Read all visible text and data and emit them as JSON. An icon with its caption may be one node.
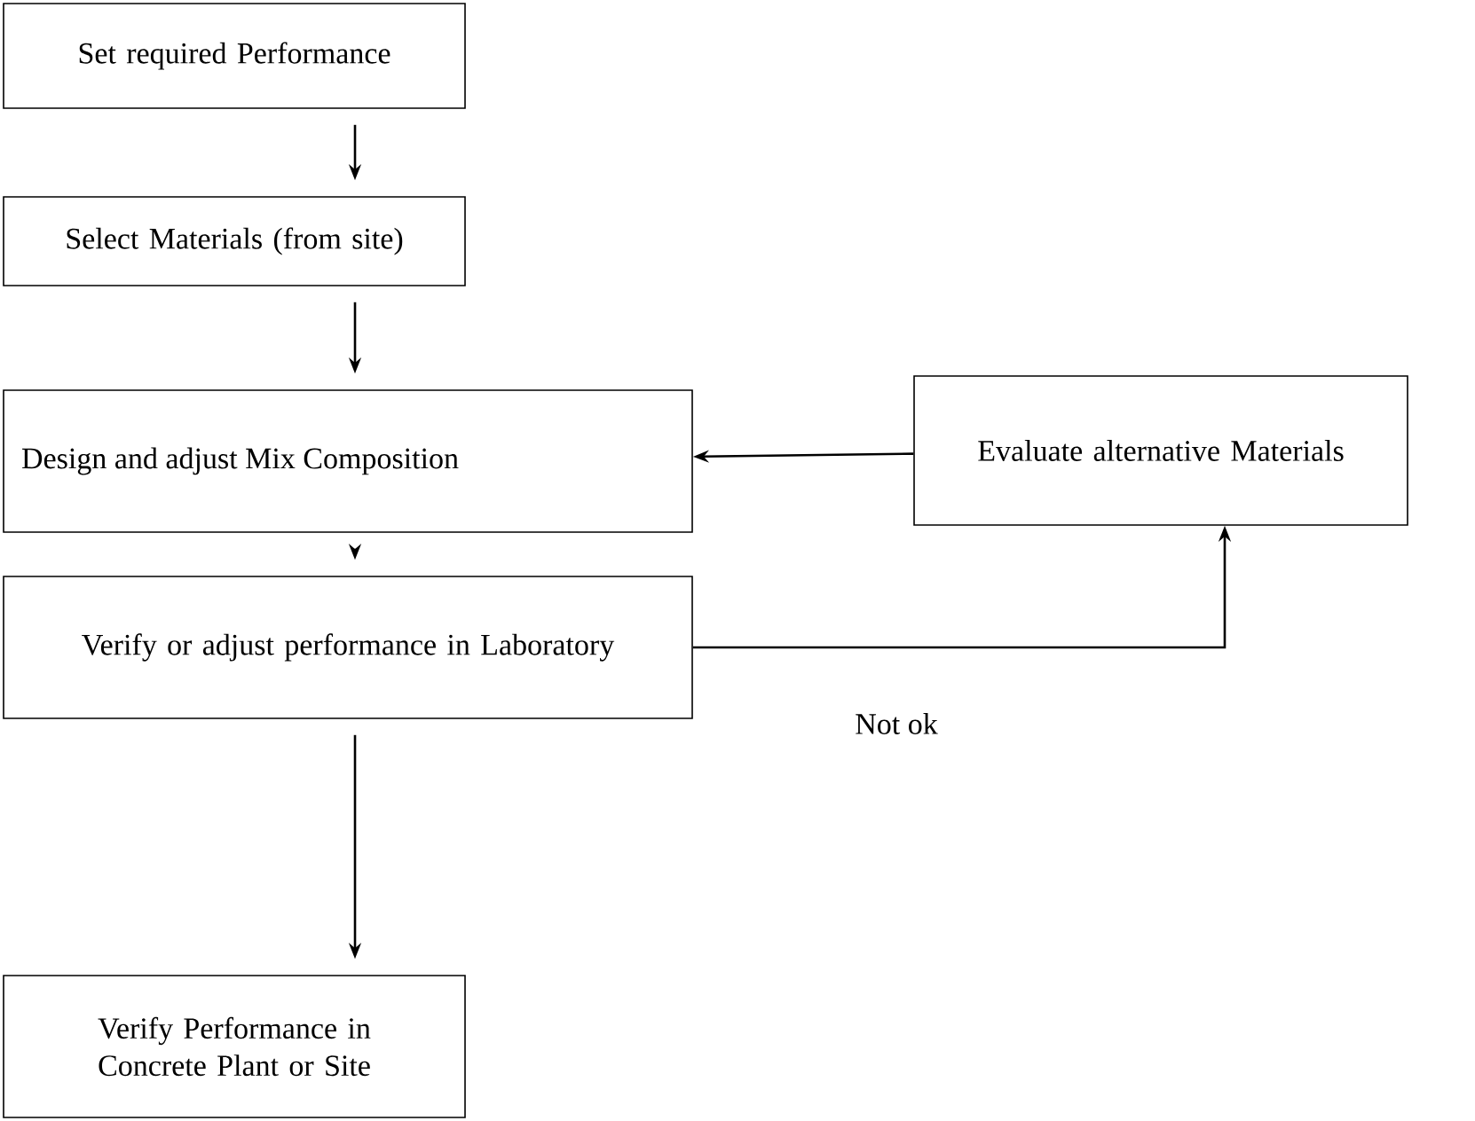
{
  "diagram": {
    "nodes": [
      {
        "text": [
          "Set required Performance"
        ]
      },
      {
        "text": [
          "Select Materials (from site)"
        ]
      },
      {
        "text": [
          "Design and adjust Mix Composition"
        ]
      },
      {
        "text": [
          "Evaluate alternative Materials"
        ]
      },
      {
        "text": [
          "Verify or adjust performance in Laboratory"
        ]
      },
      {
        "text": [
          "Verify Performance in Concrete Plant or Site"
        ]
      }
    ],
    "edges": [
      {
        "from": 0,
        "to": 1,
        "arrow": "to"
      },
      {
        "from": 1,
        "to": 2,
        "arrow": "to"
      },
      {
        "from": 2,
        "to": 4,
        "arrow": "to"
      },
      {
        "from": 4,
        "to": 5,
        "arrow": "to"
      },
      {
        "from": 3,
        "to": 2,
        "arrow": "to"
      },
      {
        "from": 4,
        "to": 3,
        "arrow": "to",
        "label": "Not ok"
      }
    ]
  }
}
